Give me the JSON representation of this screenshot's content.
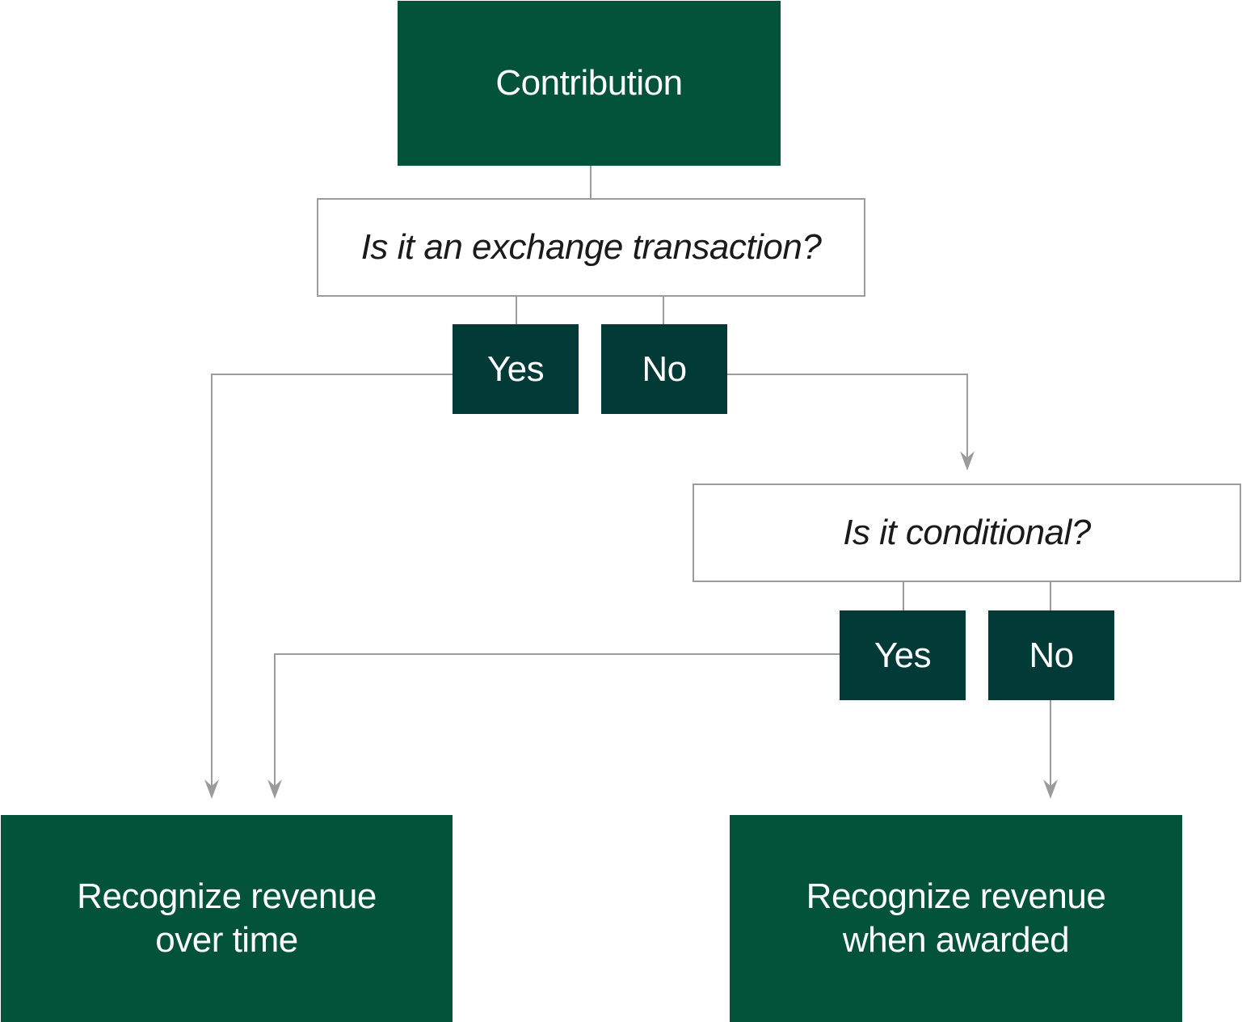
{
  "start": {
    "label": "Contribution",
    "color": "#03533a"
  },
  "question1": {
    "text": "Is it an exchange transaction?",
    "yes": "Yes",
    "no": "No"
  },
  "question2": {
    "text": "Is it conditional?",
    "yes": "Yes",
    "no": "No"
  },
  "outcomes": {
    "over_time": {
      "line1": "Recognize revenue",
      "line2": "over time"
    },
    "when_awarded": {
      "line1": "Recognize revenue",
      "line2": "when awarded"
    }
  },
  "colors": {
    "primary_green": "#03533a",
    "answer_teal": "#023a38",
    "connector_gray": "#9b9b9b"
  }
}
